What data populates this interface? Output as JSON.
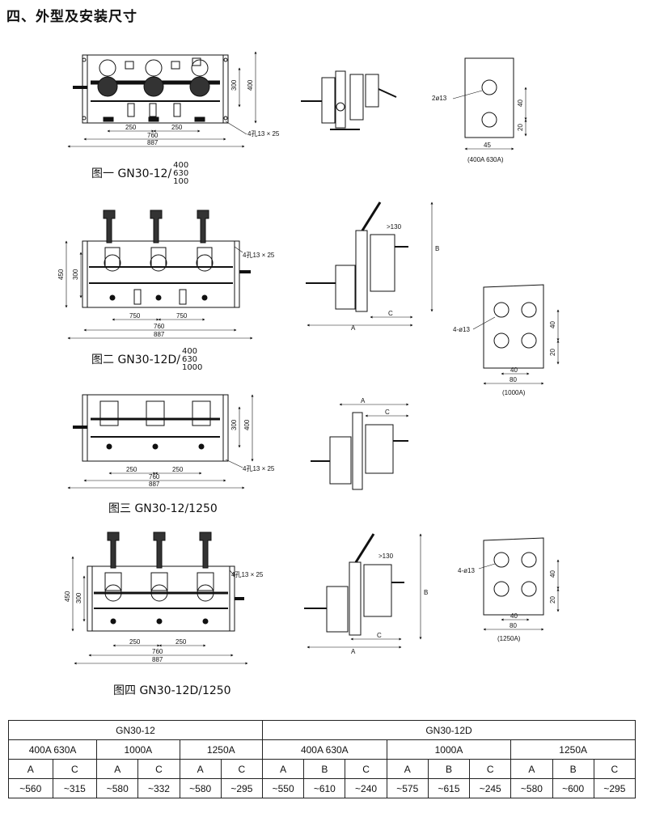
{
  "page_title": "四、外型及安装尺寸",
  "figure1": {
    "caption_prefix": "图一 GN30-12/",
    "caption_fraction": [
      "400",
      "630",
      "100"
    ],
    "dims": {
      "d300": "300",
      "d400": "400",
      "d250a": "250",
      "d250b": "250",
      "d760": "760",
      "d887": "887",
      "holes": "4孔13 × 25"
    },
    "terminal": {
      "hole": "2ø13",
      "d40": "40",
      "d20": "20",
      "d45": "45",
      "rating": "(400A 630A)"
    }
  },
  "figure2": {
    "caption_prefix": "图二 GN30-12D/",
    "caption_fraction": [
      "400",
      "630",
      "1000"
    ],
    "dims": {
      "d450": "450",
      "d300": "300",
      "d750a": "750",
      "d750b": "750",
      "d760": "760",
      "d887": "887",
      "holes": "4孔13 × 25"
    },
    "side": {
      "angle": ">130",
      "A": "A",
      "B": "B",
      "C": "C"
    },
    "terminal": {
      "hole": "4-ø13",
      "d40": "40",
      "d20": "20",
      "d40b": "40",
      "d80": "80",
      "rating": "(1000A)"
    }
  },
  "figure3": {
    "caption": "图三 GN30-12/1250",
    "dims": {
      "d300": "300",
      "d400": "400",
      "d250a": "250",
      "d250b": "250",
      "d760": "760",
      "d887": "887",
      "holes": "4孔13 × 25"
    },
    "side": {
      "A": "A",
      "C": "C"
    }
  },
  "figure4": {
    "caption": "图四 GN30-12D/1250",
    "dims": {
      "d450": "450",
      "d300": "300",
      "d250a": "250",
      "d250b": "250",
      "d760": "760",
      "d887": "887",
      "holes": "4孔13 × 25"
    },
    "side": {
      "angle": ">130",
      "A": "A",
      "B": "B",
      "C": "C"
    },
    "terminal": {
      "hole": "4-ø13",
      "d40": "40",
      "d20": "20",
      "d40b": "40",
      "d80": "80",
      "rating": "(1250A)"
    }
  },
  "table": {
    "groups": [
      "GN30-12",
      "GN30-12D"
    ],
    "ratings": [
      "400A 630A",
      "1000A",
      "1250A",
      "400A 630A",
      "1000A",
      "1250A"
    ],
    "letters": [
      "A",
      "C",
      "A",
      "C",
      "A",
      "C",
      "A",
      "B",
      "C",
      "A",
      "B",
      "C",
      "A",
      "B",
      "C"
    ],
    "values": [
      "~560",
      "~315",
      "~580",
      "~332",
      "~580",
      "~295",
      "~550",
      "~610",
      "~240",
      "~575",
      "~615",
      "~245",
      "~580",
      "~600",
      "~295"
    ]
  }
}
